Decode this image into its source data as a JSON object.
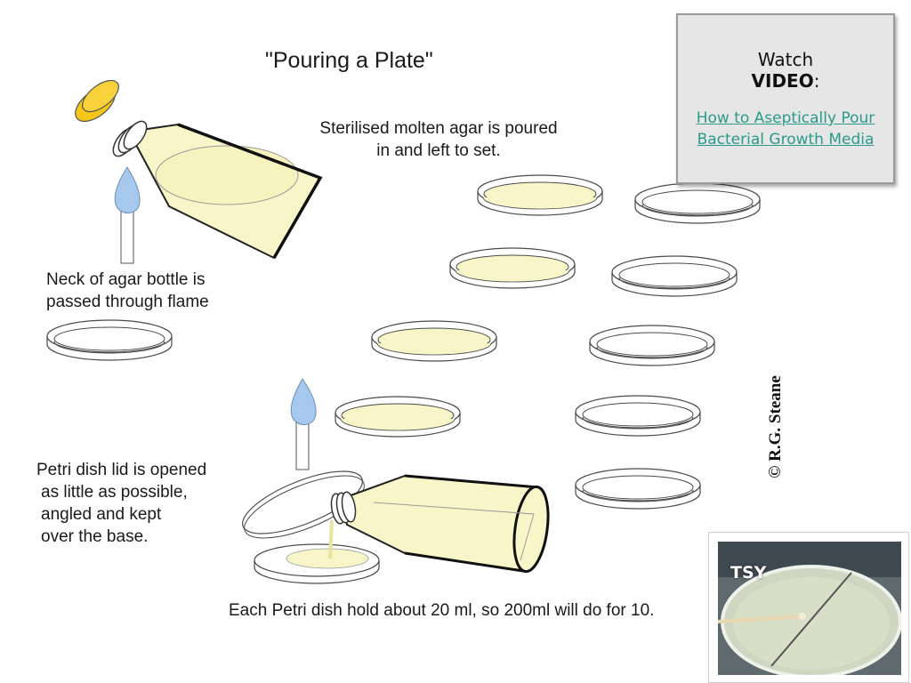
{
  "title": "\"Pouring a Plate\"",
  "labels": {
    "agar_line1": "Sterilised molten agar is poured",
    "agar_line2": "in and left to set.",
    "neck_line1": "Neck of agar bottle is",
    "neck_line2": "passed through flame",
    "lid_line1": "Petri dish lid is opened",
    "lid_line2": "as little as possible,",
    "lid_line3": "angled and kept",
    "lid_line4": "over the base.",
    "each_dish": "Each Petri dish hold about 20 ml, so 200ml will do for 10."
  },
  "copyright": "© R.G. Steane",
  "video_box": {
    "watch": "Watch",
    "video": "VIDEO",
    "colon": ":",
    "link_line1": "How to Aseptically Pour",
    "link_line2": "Bacterial Growth Media"
  },
  "photo": {
    "label": "TSY"
  },
  "colors": {
    "agar": "#f8f6c8",
    "flame": "#a6c8ec",
    "cap": "#f5c518",
    "link": "#2a9a8a"
  }
}
